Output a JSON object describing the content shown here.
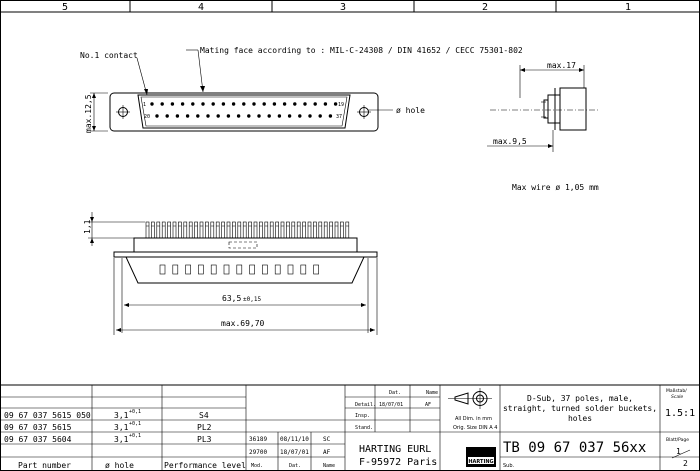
{
  "zones": [
    "5",
    "4",
    "3",
    "2",
    "1"
  ],
  "labels": {
    "no1_contact": "No.1 contact",
    "mating_face": "Mating face according to : MIL-C-24308 / DIN 41652 / CECC 75301-802",
    "phi_hole": "ø hole",
    "max_wire": "Max wire ø 1,05 mm",
    "pin_1": "1",
    "pin_19": "19",
    "pin_20": "20",
    "pin_37": "37"
  },
  "dims": {
    "max_12_5": "max.12,5",
    "max_17": "max.17",
    "max_9_5": "max.9,5",
    "d_1_1": "1,1",
    "d_63_5": "63,5",
    "d_63_5_tol": "±0,15",
    "max_69_70": "max.69,70"
  },
  "parts_table": {
    "headers": [
      "Part number",
      "ø hole",
      "Performance level"
    ],
    "rows": [
      {
        "part": "09 67 037 5615 050",
        "hole": "3,1",
        "tol": "+0,1",
        "level": "S4"
      },
      {
        "part": "09 67 037 5615",
        "hole": "3,1",
        "tol": "+0,1",
        "level": "PL2"
      },
      {
        "part": "09 67 037 5604",
        "hole": "3,1",
        "tol": "+0,1",
        "level": "PL3"
      }
    ]
  },
  "revisions": {
    "headers": [
      "Mod.",
      "Dat.",
      "Name"
    ],
    "rows": [
      {
        "mod": "36189",
        "date": "08/11/10",
        "name": "SC"
      },
      {
        "mod": "29700",
        "date": "18/07/01",
        "name": "AF"
      }
    ]
  },
  "approval": {
    "col_date": "Dat.",
    "col_name": "Name",
    "detail": "Detail.",
    "detail_date": "18/07/01",
    "detail_name": "AF",
    "insp": "Insp.",
    "stand": "Stand."
  },
  "company": {
    "name": "HARTING EURL",
    "address": "F-95972 Paris",
    "logo_text": "HARTING"
  },
  "units": {
    "line1": "All Dim. in mm",
    "line2": "Orig. Size DIN A 4"
  },
  "description": {
    "line1": "D-Sub, 37 poles, male,",
    "line2": "straight, turned solder buckets,",
    "line3": "holes"
  },
  "scale": {
    "label": "Maßstab/",
    "label2": "Scale",
    "value": "1.5:1"
  },
  "sheet": {
    "label": "Blatt/Page",
    "num": "1",
    "total": "2"
  },
  "doc_number": "TB 09 67 037 56xx",
  "sub_label": "Sub."
}
